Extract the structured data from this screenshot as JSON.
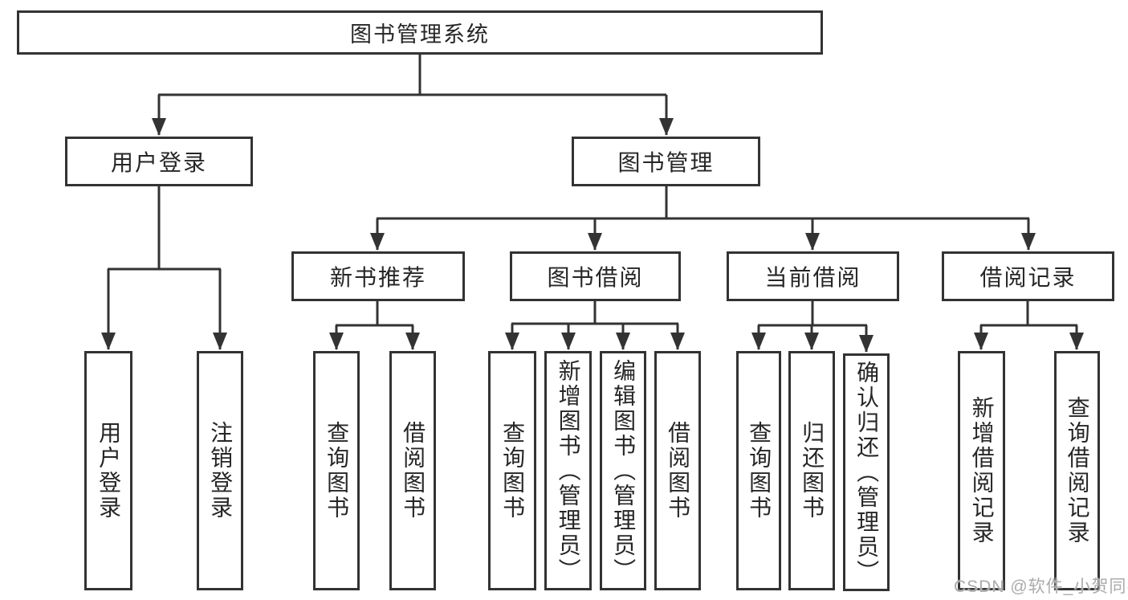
{
  "diagram": {
    "type": "hierarchy",
    "tree": {
      "label": "图书管理系统",
      "children": [
        {
          "label": "用户登录",
          "children": [
            {
              "label": "用户登录"
            },
            {
              "label": "注销登录"
            }
          ]
        },
        {
          "label": "图书管理",
          "children": [
            {
              "label": "新书推荐",
              "children": [
                {
                  "label": "查询图书"
                },
                {
                  "label": "借阅图书"
                }
              ]
            },
            {
              "label": "图书借阅",
              "children": [
                {
                  "label": "查询图书"
                },
                {
                  "label": "新增图书（管理员）"
                },
                {
                  "label": "编辑图书（管理员）"
                },
                {
                  "label": "借阅图书"
                }
              ]
            },
            {
              "label": "当前借阅",
              "children": [
                {
                  "label": "查询图书"
                },
                {
                  "label": "归还图书"
                },
                {
                  "label": "确认归还（管理员）"
                }
              ]
            },
            {
              "label": "借阅记录",
              "children": [
                {
                  "label": "新增借阅记录"
                },
                {
                  "label": "查询借阅记录"
                }
              ]
            }
          ]
        }
      ]
    },
    "colors": {
      "line": "#333333",
      "box_border": "#333333",
      "text": "#262626",
      "background": "#ffffff",
      "watermark": "#ababab"
    }
  },
  "watermark": {
    "text": "CSDN @软件_小贺同学"
  }
}
